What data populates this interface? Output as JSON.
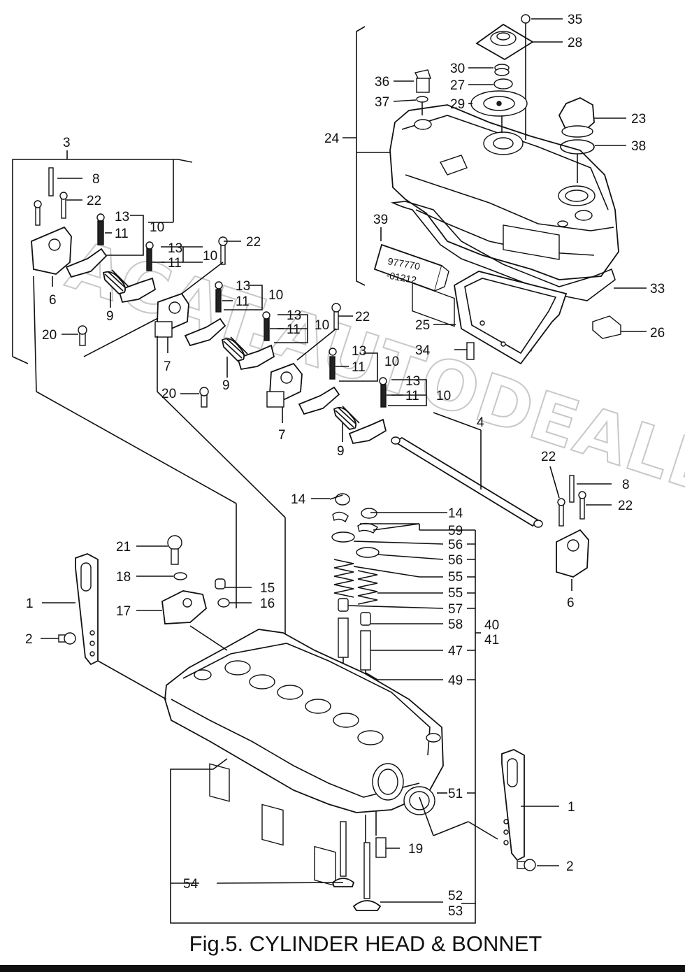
{
  "caption": "Fig.5.  CYLINDER HEAD & BONNET",
  "watermark": "ACAT.AUTODEALER.RU",
  "sealant_tube_text": [
    "977770",
    "-01212"
  ],
  "callouts": [
    {
      "id": "c35",
      "text": "35"
    },
    {
      "id": "c28",
      "text": "28"
    },
    {
      "id": "c36",
      "text": "36"
    },
    {
      "id": "c30",
      "text": "30"
    },
    {
      "id": "c27",
      "text": "27"
    },
    {
      "id": "c37",
      "text": "37"
    },
    {
      "id": "c29",
      "text": "29"
    },
    {
      "id": "c23",
      "text": "23"
    },
    {
      "id": "c24",
      "text": "24"
    },
    {
      "id": "c38",
      "text": "38"
    },
    {
      "id": "c39",
      "text": "39"
    },
    {
      "id": "c33",
      "text": "33"
    },
    {
      "id": "c25",
      "text": "25"
    },
    {
      "id": "c26",
      "text": "26"
    },
    {
      "id": "c34",
      "text": "34"
    },
    {
      "id": "c3",
      "text": "3"
    },
    {
      "id": "c8a",
      "text": "8"
    },
    {
      "id": "c22a",
      "text": "22"
    },
    {
      "id": "c13a",
      "text": "13"
    },
    {
      "id": "c11a",
      "text": "11"
    },
    {
      "id": "c10a",
      "text": "10"
    },
    {
      "id": "c13b",
      "text": "13"
    },
    {
      "id": "c11b",
      "text": "11"
    },
    {
      "id": "c10b",
      "text": "10"
    },
    {
      "id": "c22b",
      "text": "22"
    },
    {
      "id": "c6a",
      "text": "6"
    },
    {
      "id": "c9a",
      "text": "9"
    },
    {
      "id": "c13c",
      "text": "13"
    },
    {
      "id": "c11c",
      "text": "11"
    },
    {
      "id": "c10c",
      "text": "10"
    },
    {
      "id": "c20a",
      "text": "20"
    },
    {
      "id": "c7a",
      "text": "7"
    },
    {
      "id": "c13d",
      "text": "13"
    },
    {
      "id": "c11d",
      "text": "11"
    },
    {
      "id": "c10d",
      "text": "10"
    },
    {
      "id": "c22c",
      "text": "22"
    },
    {
      "id": "c9b",
      "text": "9"
    },
    {
      "id": "c13e",
      "text": "13"
    },
    {
      "id": "c11e",
      "text": "11"
    },
    {
      "id": "c10e",
      "text": "10"
    },
    {
      "id": "c20b",
      "text": "20"
    },
    {
      "id": "c13f",
      "text": "13"
    },
    {
      "id": "c11f",
      "text": "11"
    },
    {
      "id": "c10f",
      "text": "10"
    },
    {
      "id": "c7b",
      "text": "7"
    },
    {
      "id": "c9c",
      "text": "9"
    },
    {
      "id": "c4",
      "text": "4"
    },
    {
      "id": "c22d",
      "text": "22"
    },
    {
      "id": "c8b",
      "text": "8"
    },
    {
      "id": "c22e",
      "text": "22"
    },
    {
      "id": "c6b",
      "text": "6"
    },
    {
      "id": "c14a",
      "text": "14"
    },
    {
      "id": "c14b",
      "text": "14"
    },
    {
      "id": "c59",
      "text": "59"
    },
    {
      "id": "c56a",
      "text": "56"
    },
    {
      "id": "c56b",
      "text": "56"
    },
    {
      "id": "c55a",
      "text": "55"
    },
    {
      "id": "c55b",
      "text": "55"
    },
    {
      "id": "c57",
      "text": "57"
    },
    {
      "id": "c58",
      "text": "58"
    },
    {
      "id": "c40",
      "text": "40"
    },
    {
      "id": "c41",
      "text": "41"
    },
    {
      "id": "c47",
      "text": "47"
    },
    {
      "id": "c49",
      "text": "49"
    },
    {
      "id": "c21",
      "text": "21"
    },
    {
      "id": "c18",
      "text": "18"
    },
    {
      "id": "c15",
      "text": "15"
    },
    {
      "id": "c16",
      "text": "16"
    },
    {
      "id": "c17",
      "text": "17"
    },
    {
      "id": "c1a",
      "text": "1"
    },
    {
      "id": "c2a",
      "text": "2"
    },
    {
      "id": "c51",
      "text": "51"
    },
    {
      "id": "c1b",
      "text": "1"
    },
    {
      "id": "c19",
      "text": "19"
    },
    {
      "id": "c2b",
      "text": "2"
    },
    {
      "id": "c54",
      "text": "54"
    },
    {
      "id": "c52",
      "text": "52"
    },
    {
      "id": "c53",
      "text": "53"
    }
  ]
}
